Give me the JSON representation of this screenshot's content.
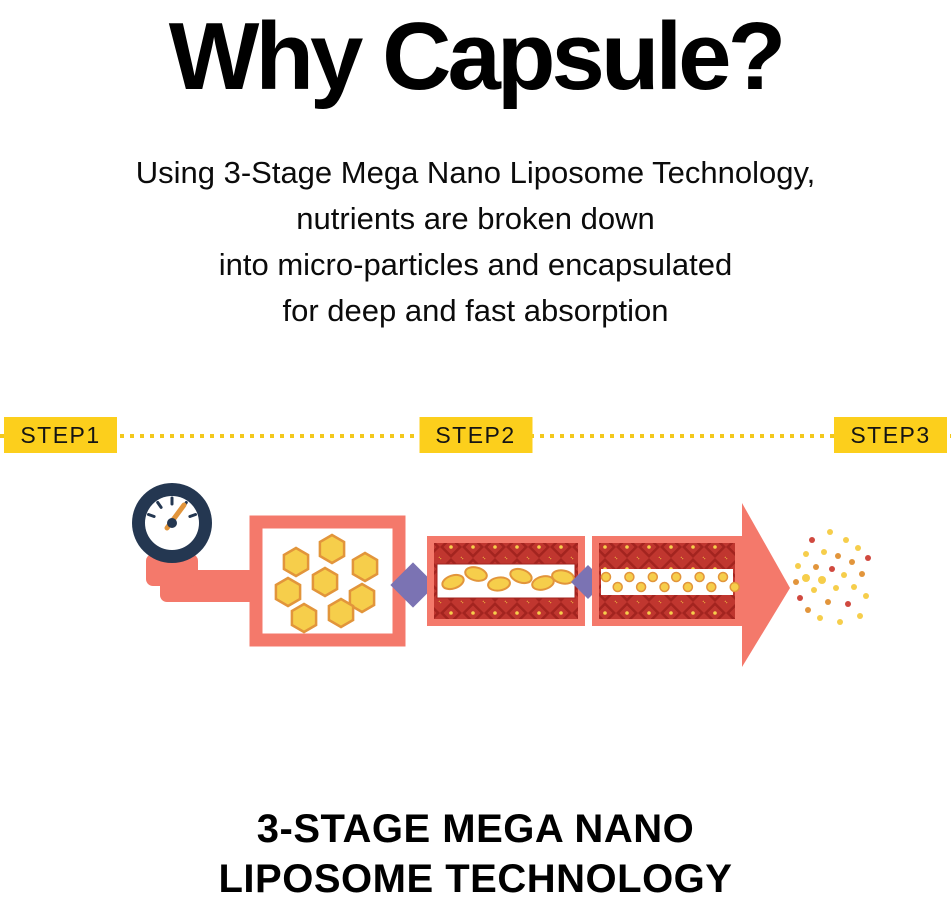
{
  "header": {
    "title": "Why Capsule?",
    "subtitle_lines": [
      "Using 3-Stage Mega Nano Liposome Technology,",
      "nutrients are broken down",
      "into micro-particles and encapsulated",
      "for deep and fast absorption"
    ]
  },
  "steps": [
    {
      "label": "STEP1"
    },
    {
      "label": "STEP2"
    },
    {
      "label": "STEP3"
    }
  ],
  "diagram": {
    "icons": [
      "pressure-gauge-icon",
      "mixing-chamber",
      "nano-chamber",
      "micro-chamber",
      "stage-arrow-icon",
      "spray-nozzle",
      "spray-particles"
    ]
  },
  "footer": {
    "lines": [
      "3-STAGE MEGA NANO",
      "LIPOSOME TECHNOLOGY"
    ]
  },
  "colors": {
    "step_bg": "#FCCF1C",
    "dotted_line": "#F3C81B",
    "machine_salmon": "#F4796B",
    "gauge_navy": "#243751",
    "pattern_red": "#C0362F",
    "pattern_red_dark": "#A3241F",
    "particle_yellow": "#F6CE4B",
    "particle_orange": "#E2953B",
    "particle_red": "#D0493F",
    "arrow_purple": "#7B73B3",
    "text_black": "#000000"
  }
}
